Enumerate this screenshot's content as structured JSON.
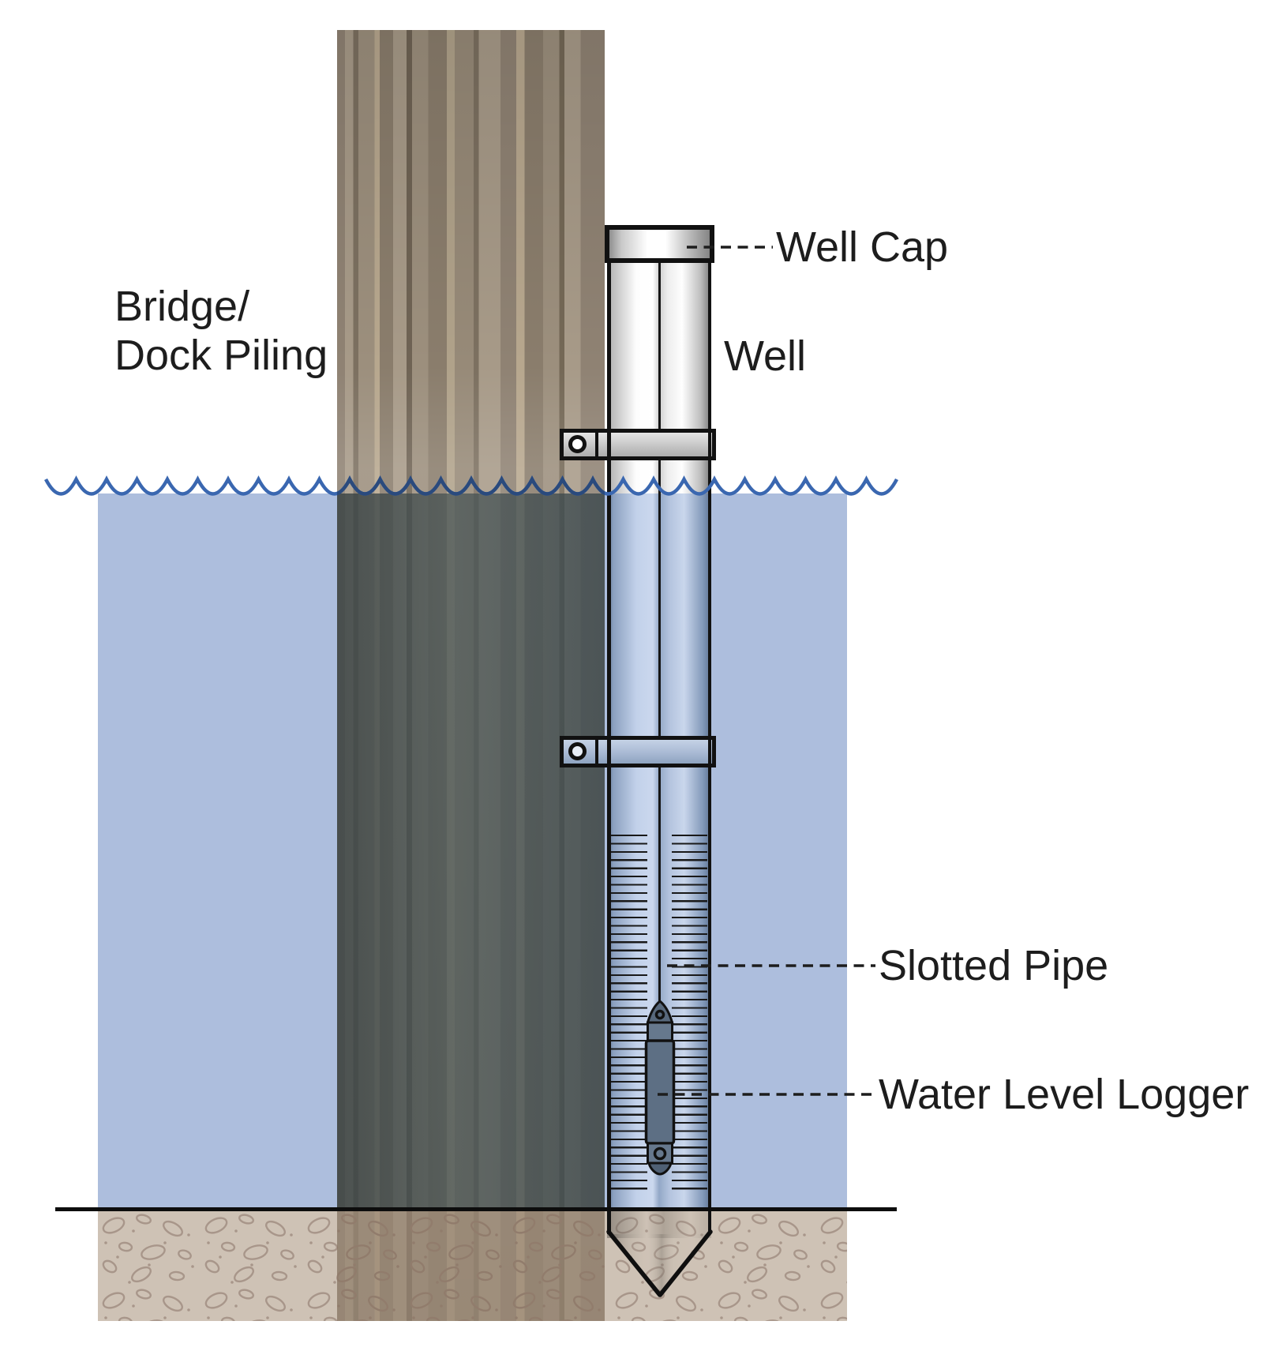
{
  "labels": {
    "piling_line1": "Bridge/",
    "piling_line2": "Dock Piling",
    "well_cap": "Well Cap",
    "well": "Well",
    "slotted_pipe": "Slotted Pipe",
    "water_level_logger": "Water Level Logger"
  },
  "theme": {
    "water": "#adbedd",
    "wave": "#3a67b0",
    "wave-dark": "#2a4a7d",
    "sediment": "#cec2b5",
    "pebble": "#a8968a",
    "outline": "#111111",
    "label-ink": "#1d1d1d",
    "logger-body": "#5d6f84",
    "logger-cap": "#66788d"
  }
}
